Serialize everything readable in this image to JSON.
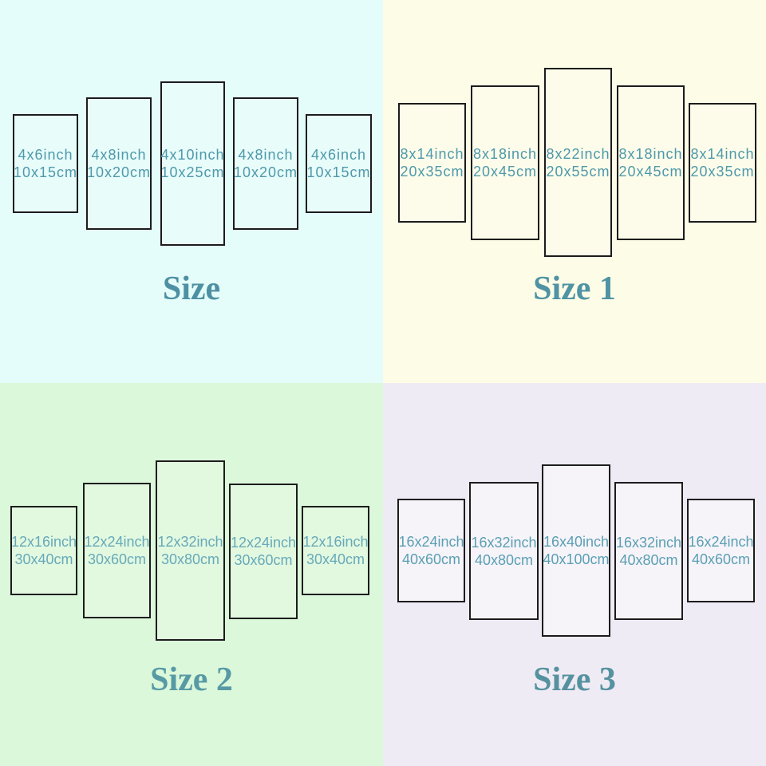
{
  "accent_color": "#4e92a3",
  "border_color": "#1c1c1c",
  "quadrants": [
    {
      "title": "Size",
      "bg": "#e4fcfa",
      "panel_fill": "rgba(255,255,255,0.15)",
      "text_color": "#4e99ab",
      "title_color": "#4e90a3",
      "panels": [
        {
          "line1": "4x6inch",
          "line2": "10x15cm"
        },
        {
          "line1": "4x8inch",
          "line2": "10x20cm"
        },
        {
          "line1": "4x10inch",
          "line2": "10x25cm"
        },
        {
          "line1": "4x8inch",
          "line2": "10x20cm"
        },
        {
          "line1": "4x6inch",
          "line2": "10x15cm"
        }
      ]
    },
    {
      "title": "Size 1",
      "bg": "#fdfce7",
      "panel_fill": "rgba(255,255,255,0.15)",
      "text_color": "#4e99ab",
      "title_color": "#4f93a4",
      "panels": [
        {
          "line1": "8x14inch",
          "line2": "20x35cm"
        },
        {
          "line1": "8x18inch",
          "line2": "20x45cm"
        },
        {
          "line1": "8x22inch",
          "line2": "20x55cm"
        },
        {
          "line1": "8x18inch",
          "line2": "20x45cm"
        },
        {
          "line1": "8x14inch",
          "line2": "20x35cm"
        }
      ]
    },
    {
      "title": "Size 2",
      "bg": "#dcf8da",
      "panel_fill": "rgba(255,255,255,0.18)",
      "text_color": "#68a9b9",
      "title_color": "#579aa5",
      "panels": [
        {
          "line1": "12x16inch",
          "line2": "30x40cm"
        },
        {
          "line1": "12x24inch",
          "line2": "30x60cm"
        },
        {
          "line1": "12x32inch",
          "line2": "30x80cm"
        },
        {
          "line1": "12x24inch",
          "line2": "30x60cm"
        },
        {
          "line1": "12x16inch",
          "line2": "30x40cm"
        }
      ]
    },
    {
      "title": "Size 3",
      "bg": "#efebf4",
      "panel_fill": "rgba(255,255,255,0.45)",
      "text_color": "#5b9fb3",
      "title_color": "#55929f",
      "panels": [
        {
          "line1": "16x24inch",
          "line2": "40x60cm"
        },
        {
          "line1": "16x32inch",
          "line2": "40x80cm"
        },
        {
          "line1": "16x40inch",
          "line2": "40x100cm"
        },
        {
          "line1": "16x32inch",
          "line2": "40x80cm"
        },
        {
          "line1": "16x24inch",
          "line2": "40x60cm"
        }
      ]
    }
  ]
}
